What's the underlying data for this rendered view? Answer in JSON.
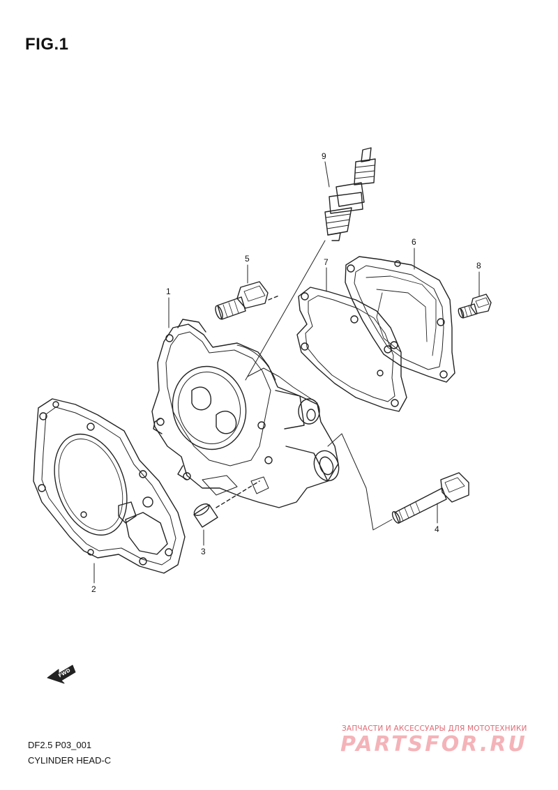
{
  "figure": {
    "title": "FIG.1",
    "model_code": "DF2.5 P03_001",
    "caption": "CYLINDER HEAD-C"
  },
  "callouts": [
    {
      "id": "1",
      "part": "cylinder-head"
    },
    {
      "id": "2",
      "part": "head-gasket"
    },
    {
      "id": "3",
      "part": "dowel-pin"
    },
    {
      "id": "4",
      "part": "long-bolt"
    },
    {
      "id": "5",
      "part": "bolt"
    },
    {
      "id": "6",
      "part": "cover"
    },
    {
      "id": "7",
      "part": "cover-gasket"
    },
    {
      "id": "8",
      "part": "small-bolt"
    },
    {
      "id": "9",
      "part": "spark-plug"
    }
  ],
  "direction_badge": {
    "label": "FWD",
    "icon": "fwd-arrow-icon"
  },
  "watermark": {
    "tagline": "ЗАПЧАСТИ И АКСЕССУАРЫ ДЛЯ МОТОТЕХНИКИ",
    "logo": "PARTSFOR.RU",
    "color": "#e06a74"
  },
  "colors": {
    "line": "#222222",
    "background": "#ffffff"
  }
}
